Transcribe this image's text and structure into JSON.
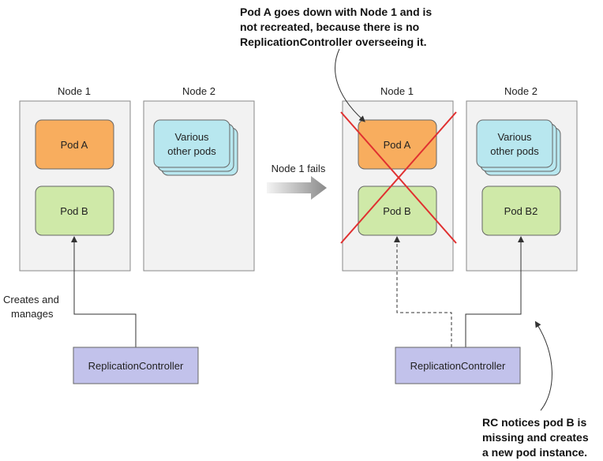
{
  "colors": {
    "node_fill": "#f2f2f2",
    "node_stroke": "#888888",
    "pod_a_fill": "#f8ad5e",
    "pod_b_fill": "#cfe9a8",
    "various_fill": "#b8e7ef",
    "rc_fill": "#c2c2eb",
    "cross": "#e03030"
  },
  "icons": [
    "arrow-icon",
    "cross-icon"
  ],
  "left": {
    "node1_label": "Node 1",
    "node2_label": "Node 2",
    "pod_a": "Pod A",
    "pod_b": "Pod B",
    "various_line1": "Various",
    "various_line2": "other pods",
    "rc": "ReplicationController",
    "creates_line1": "Creates and",
    "creates_line2": "manages"
  },
  "transition": {
    "label": "Node 1 fails"
  },
  "right": {
    "node1_label": "Node 1",
    "node2_label": "Node 2",
    "pod_a": "Pod A",
    "pod_b": "Pod B",
    "pod_b2": "Pod B2",
    "various_line1": "Various",
    "various_line2": "other pods",
    "rc": "ReplicationController"
  },
  "notes": {
    "top_line1": "Pod A goes down with Node 1 and is",
    "top_line2": "not recreated, because there is no",
    "top_line3": "ReplicationController overseeing it.",
    "bottom_line1": "RC notices pod B is",
    "bottom_line2": "missing and creates",
    "bottom_line3": "a new pod instance."
  }
}
